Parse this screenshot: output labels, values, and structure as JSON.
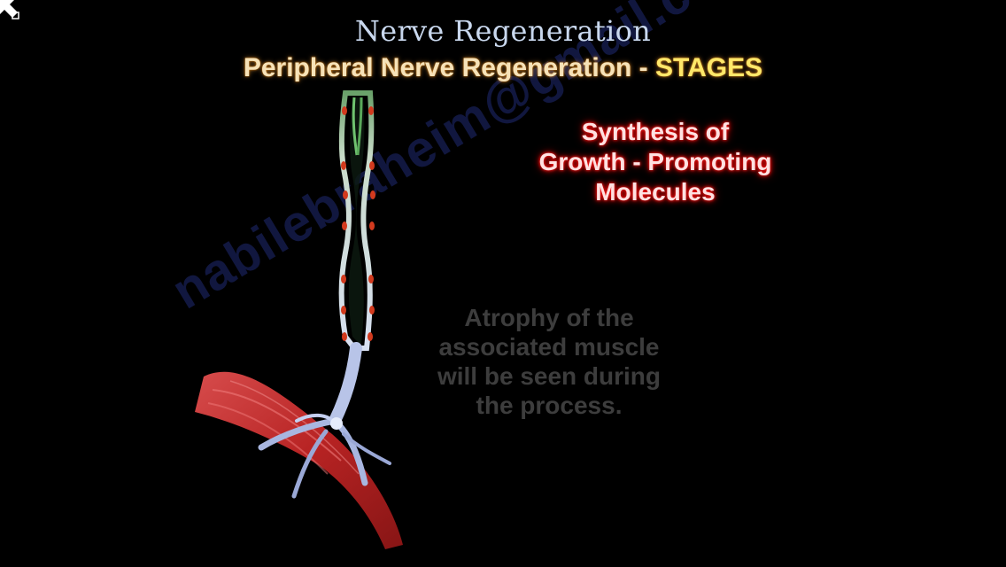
{
  "slide": {
    "title": "Nerve Regeneration",
    "subtitle_main": "Peripheral Nerve Regeneration - ",
    "subtitle_accent": "STAGES",
    "synthesis_lines": [
      "Synthesis of",
      "Growth - Promoting",
      "Molecules"
    ],
    "note_lines": [
      "Atrophy of the",
      "associated muscle",
      "will be seen during",
      "the process."
    ],
    "watermark": "nabilebraheim@gmail.com"
  },
  "colors": {
    "background": "#000000",
    "title": "#c9d8ee",
    "subtitle": "#f6e2b8",
    "accent": "#ffe86a",
    "synthesis_glow": "#e00000",
    "note": "#3d3d3d",
    "muscle": "#c62a2a",
    "nerve": "#b8c4e8"
  },
  "icons": {
    "corner": "expand-arrow-icon"
  }
}
